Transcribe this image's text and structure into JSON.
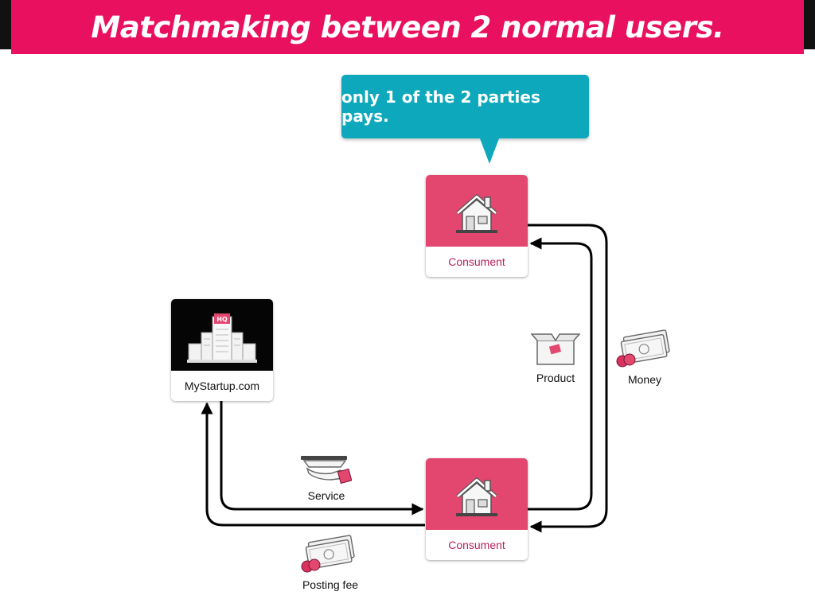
{
  "title": "Matchmaking between 2 normal users.",
  "callout": "only 1 of the 2 parties pays.",
  "nodes": {
    "consumer_top": "Consument",
    "consumer_bottom": "Consument",
    "startup": "MyStartup.com"
  },
  "startup_badge": "HQ",
  "flows": {
    "product": "Product",
    "money": "Money",
    "service": "Service",
    "posting_fee": "Posting fee"
  },
  "colors": {
    "banner": "#e8105f",
    "callout": "#0ea8bc",
    "node_accent": "#e3476f",
    "node_label": "#b8215c"
  },
  "icons": [
    "house-icon",
    "hq-building-icon",
    "package-icon",
    "money-bills-icon",
    "service-hand-icon"
  ]
}
